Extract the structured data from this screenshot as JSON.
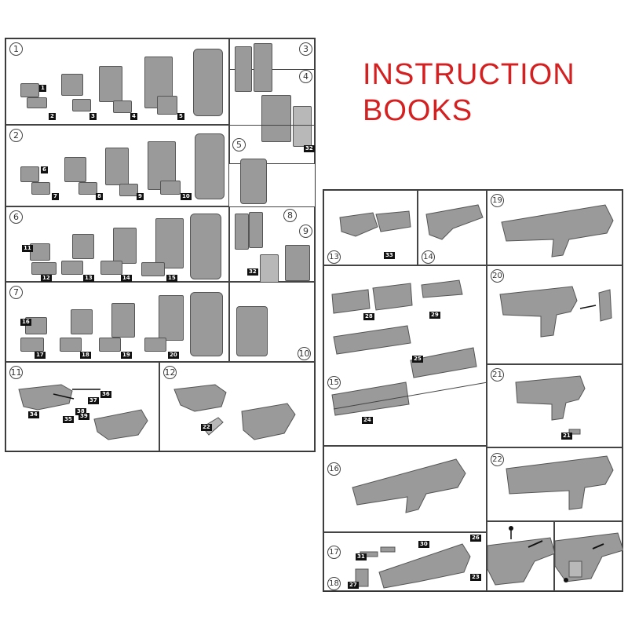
{
  "title": {
    "line1": "INSTRUCTION",
    "line2": "BOOKS"
  },
  "colors": {
    "title": "#d42020",
    "part": "#9a9a9a",
    "line": "#444444"
  },
  "left_sheet": {
    "steps": [
      {
        "num": "1",
        "tags": [
          "1",
          "2",
          "3",
          "4",
          "5"
        ]
      },
      {
        "num": "2",
        "tags": [
          "6",
          "7",
          "8",
          "9",
          "10"
        ]
      },
      {
        "num": "3",
        "tags": []
      },
      {
        "num": "4",
        "tags": [
          "32"
        ]
      },
      {
        "num": "5",
        "tags": []
      },
      {
        "num": "6",
        "tags": [
          "11",
          "12",
          "13",
          "14",
          "15"
        ]
      },
      {
        "num": "7",
        "tags": [
          "16",
          "17",
          "18",
          "19",
          "20"
        ]
      },
      {
        "num": "8",
        "tags": []
      },
      {
        "num": "9",
        "tags": [
          "32"
        ]
      },
      {
        "num": "10",
        "tags": []
      },
      {
        "num": "11",
        "tags": [
          "34",
          "35",
          "36",
          "37",
          "38",
          "39"
        ]
      },
      {
        "num": "12",
        "tags": [
          "22"
        ]
      }
    ]
  },
  "right_sheet": {
    "steps": [
      {
        "num": "13",
        "tags": [
          "33"
        ]
      },
      {
        "num": "14",
        "tags": []
      },
      {
        "num": "19",
        "tags": []
      },
      {
        "num": "15",
        "tags": [
          "28",
          "29",
          "25",
          "24"
        ]
      },
      {
        "num": "20",
        "tags": []
      },
      {
        "num": "21",
        "tags": [
          "21"
        ]
      },
      {
        "num": "16",
        "tags": []
      },
      {
        "num": "22",
        "tags": []
      },
      {
        "num": "17",
        "tags": [
          "26",
          "30",
          "31"
        ]
      },
      {
        "num": "18",
        "tags": [
          "27",
          "23"
        ]
      }
    ]
  }
}
